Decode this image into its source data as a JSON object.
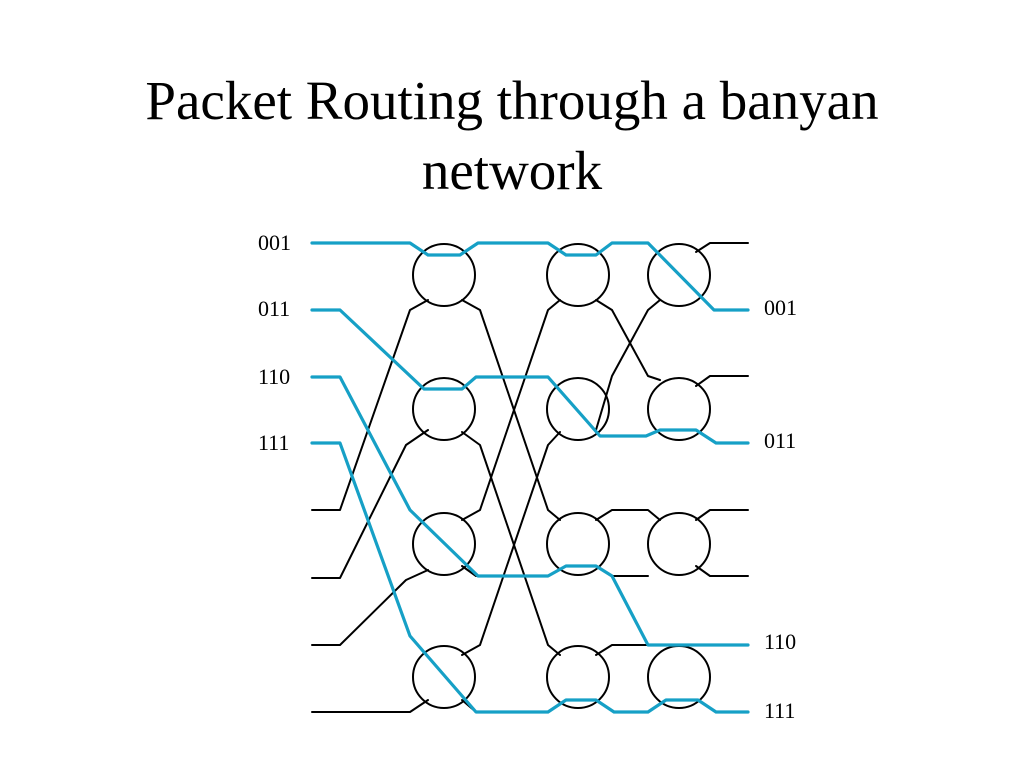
{
  "title": {
    "line1": "Packet Routing through a banyan",
    "line2": "network"
  },
  "diagram": {
    "inputs": [
      "001",
      "011",
      "110",
      "111"
    ],
    "outputs": [
      "001",
      "011",
      "110",
      "111"
    ],
    "colors": {
      "route": "#16a0c6",
      "wire": "#000000"
    }
  }
}
